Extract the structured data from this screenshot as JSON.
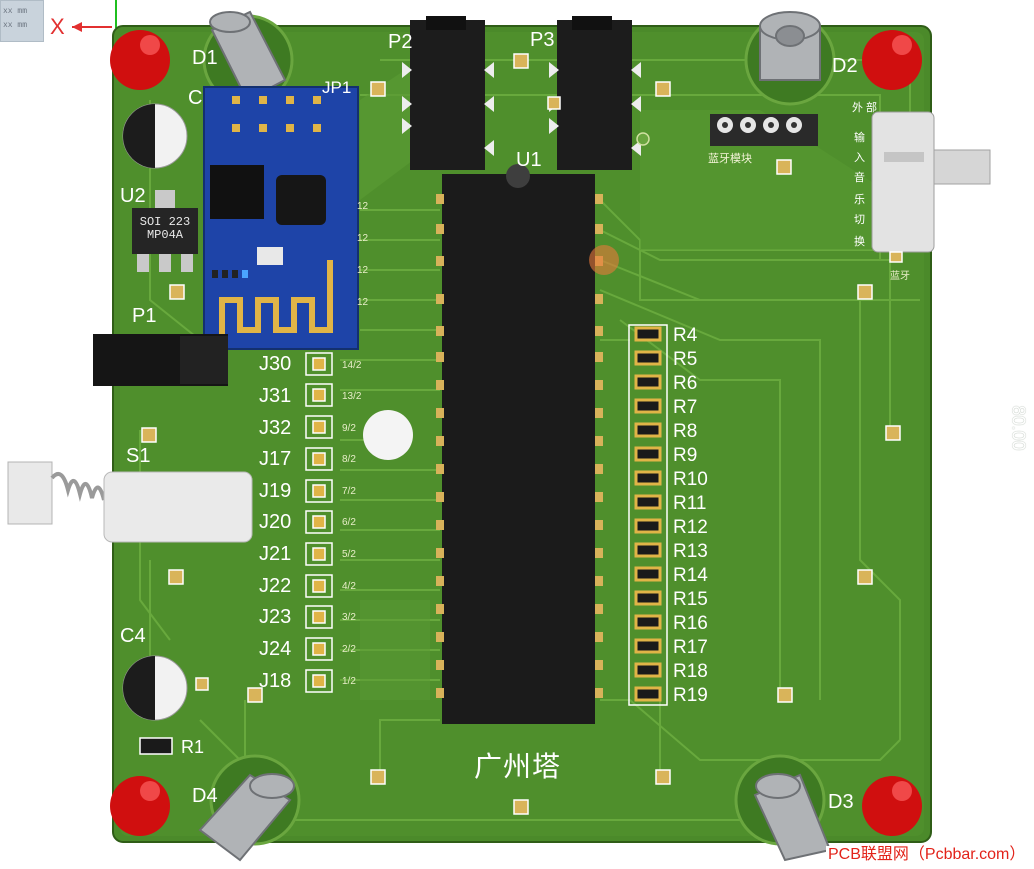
{
  "viewer": {
    "axis_x_label": "X",
    "thumbnail_lines": [
      "xx mm",
      "xx mm"
    ],
    "dimension_label": "80.00",
    "watermark": "PCB联盟网（Pcbbar.com）"
  },
  "board": {
    "title": "广州塔",
    "color": "#4b8a2a",
    "trace_color": "#5c9e34",
    "pad_color": "#d9b45a"
  },
  "components": {
    "leds": [
      {
        "ref": "D1",
        "color": "#e01010"
      },
      {
        "ref": "D2",
        "color": "#e01010"
      },
      {
        "ref": "D3",
        "color": "#e01010"
      },
      {
        "ref": "D4",
        "color": "#e01010"
      }
    ],
    "connectors": [
      "P1",
      "P2",
      "P3",
      "JP1"
    ],
    "u1": "U1",
    "u2": {
      "ref": "U2",
      "marking_line1": "SOI 223",
      "marking_line2": "MP04A"
    },
    "capacitors": [
      "C",
      "C4"
    ],
    "switch": "S1",
    "r1": "R1",
    "module_label": "蓝牙模块",
    "switch_label_chars": [
      "外",
      "部",
      "输",
      "入",
      "音",
      "乐",
      "切",
      "换"
    ],
    "bluetooth_label": "蓝牙",
    "jumpers": [
      {
        "ref": "J30",
        "sub": "14/2"
      },
      {
        "ref": "J31",
        "sub": "13/2"
      },
      {
        "ref": "J32",
        "sub": "9/2"
      },
      {
        "ref": "J17",
        "sub": "8/2"
      },
      {
        "ref": "J19",
        "sub": "7/2"
      },
      {
        "ref": "J20",
        "sub": "6/2"
      },
      {
        "ref": "J21",
        "sub": "5/2"
      },
      {
        "ref": "J22",
        "sub": "4/2"
      },
      {
        "ref": "J23",
        "sub": "3/2"
      },
      {
        "ref": "J24",
        "sub": "2/2"
      },
      {
        "ref": "J18",
        "sub": "1/2"
      }
    ],
    "upper_pin_labels": [
      "12",
      "12",
      "12",
      "12"
    ],
    "resistors": [
      "R4",
      "R5",
      "R6",
      "R7",
      "R8",
      "R9",
      "R10",
      "R11",
      "R12",
      "R13",
      "R14",
      "R15",
      "R16",
      "R17",
      "R18",
      "R19"
    ]
  }
}
